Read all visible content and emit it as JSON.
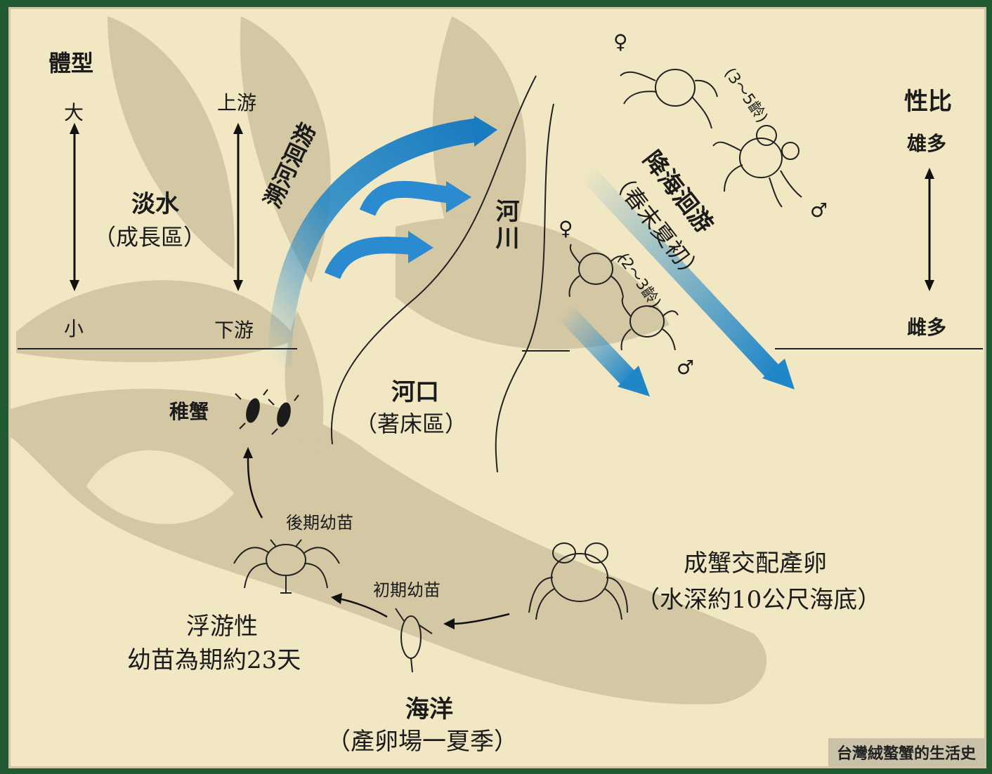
{
  "body_size": {
    "title": "體型",
    "large": "大",
    "small": "小"
  },
  "river_position": {
    "upstream": "上游",
    "downstream": "下游"
  },
  "freshwater": {
    "label": "淡水",
    "sublabel": "（成長區）"
  },
  "upstream_migration": "溯河洄游",
  "river": "河川",
  "estuary": {
    "label": "河口",
    "sublabel": "（著床區）"
  },
  "juvenile_crab": "稚蟹",
  "late_larva": "後期幼苗",
  "early_larva": "初期幼苗",
  "planktonic": {
    "line1": "浮游性",
    "line2": "幼苗為期約23天"
  },
  "ocean": {
    "label": "海洋",
    "sublabel": "（產卵場一夏季）"
  },
  "adult_spawning": {
    "line1": "成蟹交配產卵",
    "line2": "（水深約10公尺海底）"
  },
  "downstream_migration": {
    "label": "降海洄游",
    "sublabel": "（春末夏初）"
  },
  "age_older": "(3～5齡)",
  "age_younger": "(2～3齡)",
  "female_symbol": "♀",
  "male_symbol": "♂",
  "sex_ratio": {
    "title": "性比",
    "male_more": "雄多",
    "female_more": "雌多"
  },
  "caption": "台灣絨螯蟹的生活史",
  "colors": {
    "background": "#f1e7c3",
    "leaf": "#c9bd9a",
    "arrow_blue": "#1f86c8",
    "border": "#1f5a33"
  }
}
